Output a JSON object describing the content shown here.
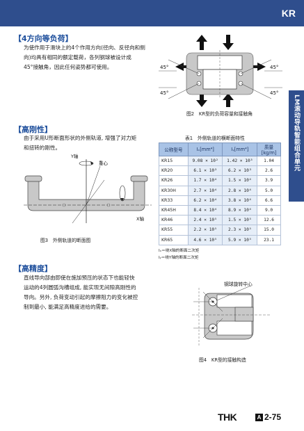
{
  "header": {
    "code": "KR"
  },
  "sidetab": {
    "label": "LM滚动导轨智能组合单元"
  },
  "sections": {
    "load": {
      "title": "【4方向等负荷】",
      "lines": [
        "为使作用于滑块上的4个作用方向(径向、反径向和侧",
        "向)均具有相同的额定载荷，各列钢球被设计成",
        "45°接触角，因此任何姿势都可使用。"
      ]
    },
    "rigid": {
      "title": "【高刚性】",
      "lines": [
        "由于采用U形断面形状的外侧轨道, 增强了对力矩",
        "和扭转的刚性。"
      ]
    },
    "precision": {
      "title": "【高精度】",
      "lines": [
        "直线导向部由即使在施加预压的状态下也能轻快",
        "运动的4列圆弧沟槽组成, 能实现无间隙高刚性的",
        "导向。另外, 负荷变动引起的摩擦阻力的变化被控",
        "制到最小, 能满足高精度进给的需要。"
      ]
    }
  },
  "figures": {
    "fig2": {
      "caption": "图2　KR型的负荷容量和接触角",
      "angle_tl": "45°",
      "angle_tr": "45°",
      "angle_bl": "45°",
      "angle_br": "45°"
    },
    "fig3": {
      "caption": "图3　外侧轨道的断面图",
      "y_axis": "Y轴",
      "x_axis": "X轴",
      "centroid": "重心"
    },
    "fig4": {
      "caption": "图4　KR型的接触构造",
      "label": "钢球旋转中心"
    }
  },
  "table": {
    "title": "表1　外侧轨道的横断面特性",
    "headers": [
      "公称型号",
      "Iₓ[mm⁴]",
      "Iᵧ[mm⁴]",
      "质量[kg/m]"
    ],
    "rows": [
      {
        "model": "KR15",
        "ix": "9.08 × 10²",
        "iy": "1.42 × 10³",
        "mass": "1.04"
      },
      {
        "model": "KR20",
        "ix": "6.1 × 10³",
        "iy": "6.2 × 10³",
        "mass": "2.6"
      },
      {
        "model": "KR26",
        "ix": "1.7 × 10⁴",
        "iy": "1.5 × 10⁴",
        "mass": "3.9"
      },
      {
        "model": "KR30H",
        "ix": "2.7 × 10⁴",
        "iy": "2.8 × 10⁴",
        "mass": "5.0"
      },
      {
        "model": "KR33",
        "ix": "6.2 × 10⁴",
        "iy": "3.8 × 10⁴",
        "mass": "6.6"
      },
      {
        "model": "KR45H",
        "ix": "8.4 × 10⁴",
        "iy": "8.9 × 10⁴",
        "mass": "9.0"
      },
      {
        "model": "KR46",
        "ix": "2.4 × 10⁵",
        "iy": "1.5 × 10⁵",
        "mass": "12.6"
      },
      {
        "model": "KR55",
        "ix": "2.2 × 10⁵",
        "iy": "2.3 × 10⁵",
        "mass": "15.0"
      },
      {
        "model": "KR65",
        "ix": "4.6 × 10⁵",
        "iy": "5.9 × 10⁵",
        "mass": "23.1"
      }
    ],
    "notes": [
      "Iₓ＝绕X轴的断面二次矩",
      "Iᵧ＝绕Y轴的断面二次矩"
    ]
  },
  "footer": {
    "brand": "THK",
    "badge": "A",
    "page": "2-75"
  },
  "colors": {
    "brand_blue": "#2f4e8d",
    "title_blue": "#1e4f9c",
    "table_header": "#a9c3e6",
    "figure_gray": "#c8c8c8"
  }
}
